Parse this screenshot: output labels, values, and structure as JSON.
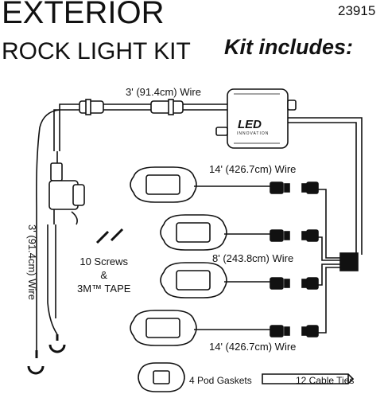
{
  "header": {
    "title_line1": "EXTERIOR",
    "title_line2": "ROCK LIGHT KIT",
    "part_number": "23915",
    "kit_includes": "Kit includes:"
  },
  "labels": {
    "wire_3ft_top": "3' (91.4cm) Wire",
    "wire_3ft_vertical": "3' (91.4cm) Wire",
    "wire_14ft_top": "14' (426.7cm) Wire",
    "wire_8ft": "8' (243.8cm) Wire",
    "wire_14ft_bottom": "14' (426.7cm) Wire",
    "screws_line1": "10 Screws",
    "screws_line2": "&",
    "screws_line3": "3M™ TAPE",
    "pod_gaskets": "4 Pod Gaskets",
    "cable_ties": "12 Cable Ties"
  },
  "controller": {
    "logo": "LED",
    "logo_sub": "INNOVATION"
  }
}
